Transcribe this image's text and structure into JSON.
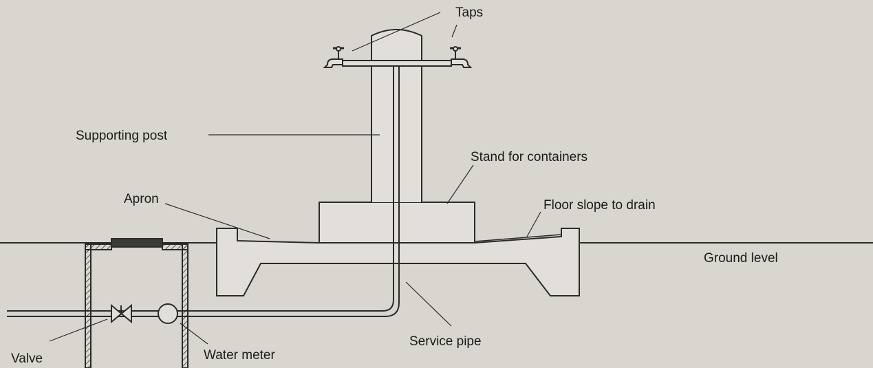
{
  "labels": {
    "taps": "Taps",
    "supporting_post": "Supporting post",
    "stand": "Stand for containers",
    "apron": "Apron",
    "floor_slope": "Floor slope to drain",
    "ground_level": "Ground level",
    "service_pipe": "Service pipe",
    "valve": "Valve",
    "water_meter": "Water meter"
  },
  "colors": {
    "background": "#d9d6d0",
    "line": "#2a2a2a",
    "fill": "#e2dfda",
    "cover": "#3a3a3a"
  }
}
